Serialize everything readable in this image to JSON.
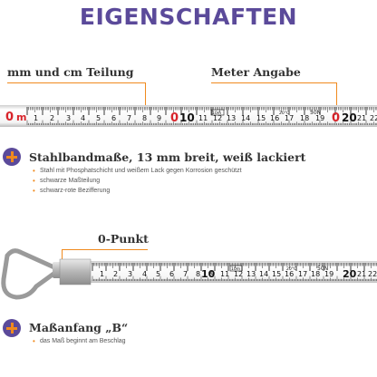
{
  "title": "EIGENSCHAFTEN",
  "callouts": {
    "teilung": "mm und cm Teilung",
    "meter": "Meter Angabe",
    "nullpunkt": "0-Punkt"
  },
  "tape1": {
    "start_label": "0",
    "unit_label": "m",
    "numbers": [
      "1",
      "2",
      "3",
      "4",
      "5",
      "6",
      "7",
      "8",
      "9",
      "0",
      "10",
      "11",
      "12",
      "13",
      "14",
      "15",
      "16",
      "17",
      "18",
      "19",
      "0",
      "20",
      "21",
      "22"
    ],
    "red_numbers": [
      "0",
      "0"
    ],
    "badge": "10m",
    "temp": "20°C",
    "force": "50N"
  },
  "tape2": {
    "numbers": [
      "1",
      "2",
      "3",
      "4",
      "5",
      "6",
      "7",
      "8",
      "9",
      "10",
      "11",
      "12",
      "13",
      "14",
      "15",
      "16",
      "17",
      "18",
      "19",
      "20",
      "21",
      "22"
    ],
    "badge": "10m",
    "temp": "20°C",
    "force": "50N"
  },
  "features": [
    {
      "heading": "Stahlbandmaße, 13 mm breit, weiß lackiert",
      "items": [
        "Stahl mit Phosphatschicht und weißem Lack gegen Korrosion geschützt",
        "schwarze Maßteilung",
        "schwarz-rote Bezifferung"
      ]
    },
    {
      "heading": "Maßanfang „B“",
      "items": [
        "das Maß beginnt am Beschlag"
      ]
    }
  ],
  "colors": {
    "accent_orange": "#f08a1e",
    "brand_purple": "#5b4a9a",
    "scale_red": "#d8232a"
  }
}
